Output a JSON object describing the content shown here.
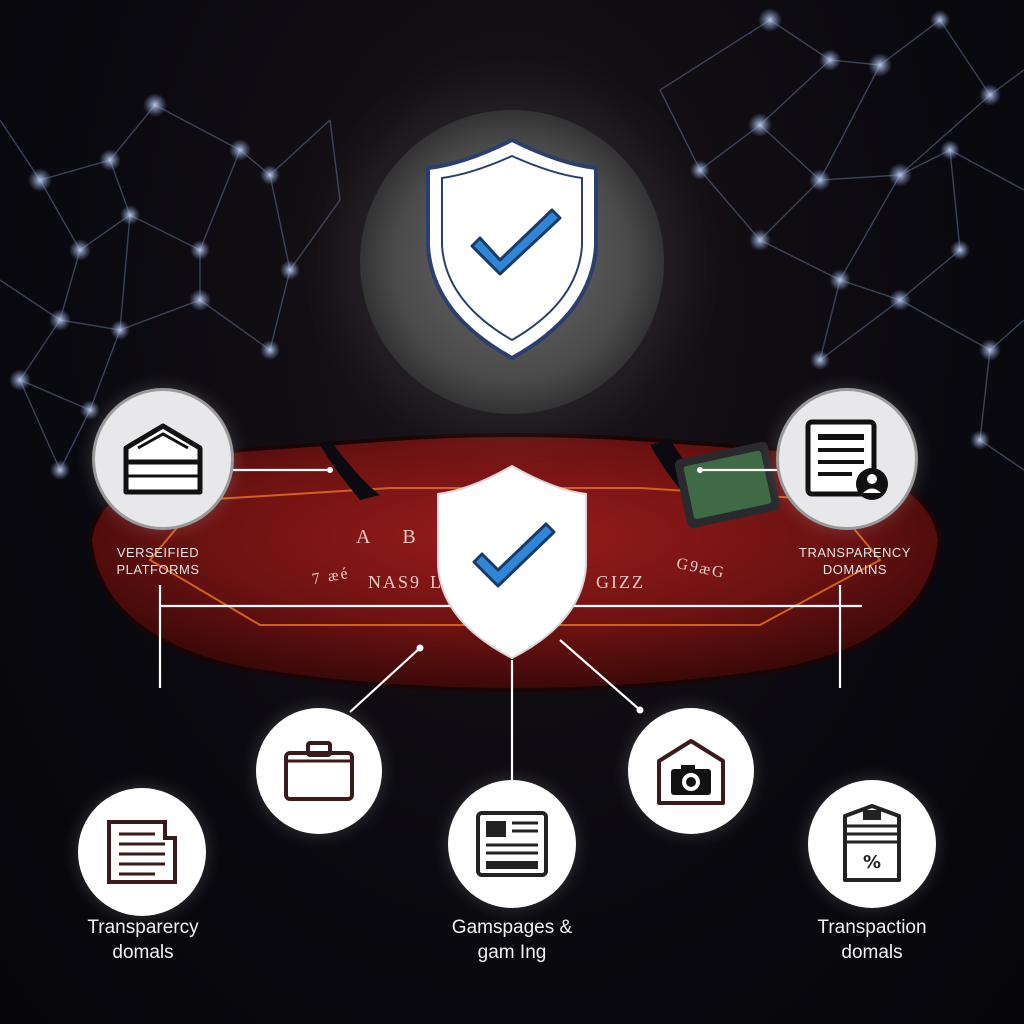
{
  "hero": {
    "icon": "shield-check-icon"
  },
  "table": {
    "label": "A B    T S",
    "markings": [
      "7 æé",
      "NAS9",
      "LI",
      "GIZZ",
      "G9æG"
    ]
  },
  "labels": {
    "top_left_line1": "VERSEIFIED",
    "top_left_line2": "PLATFORMS",
    "top_right_line1": "TRANSPARENCY",
    "top_right_line2": "DOMAINS",
    "bottom_left_line1": "Transparercy",
    "bottom_left_line2": "domals",
    "bottom_center_line1": "Gamspages &",
    "bottom_center_line2": "gam Ing",
    "bottom_right_line1": "Transpaction",
    "bottom_right_line2": "domals"
  },
  "icons": {
    "top_left": "house-icon",
    "top_right": "document-user-icon",
    "center_shield": "shield-check-icon",
    "mid_left": "briefcase-icon",
    "mid_right": "camera-house-icon",
    "bottom_left": "document-lines-icon",
    "bottom_center": "newspaper-icon",
    "bottom_right": "percent-box-icon"
  },
  "colors": {
    "accent_blue": "#2f86d6",
    "table_red": "#7a1414",
    "table_orange": "#d2611c",
    "icon_dark": "#3a1a1a"
  }
}
